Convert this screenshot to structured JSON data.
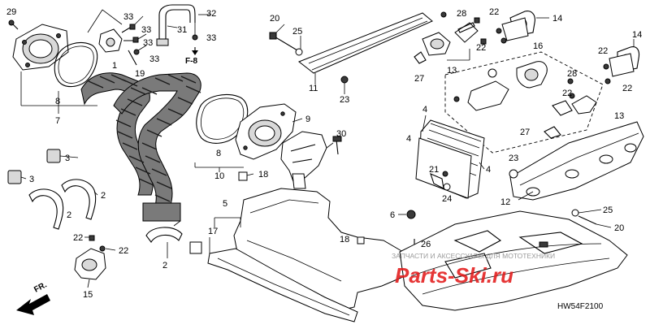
{
  "diagram": {
    "ref_code": "HW54F2100",
    "front_label": "FR.",
    "ref_page": "F-8",
    "watermark_main": "Parts-Ski.ru",
    "watermark_sub": "ЗАПЧАСТИ И АКСЕССУАРЫ ДЛЯ МОТОТЕХНИКИ",
    "callouts": {
      "c29": "29",
      "c7": "7",
      "c8a": "8",
      "c33a": "33",
      "c33b": "33",
      "c33c": "33",
      "c33d": "33",
      "c1": "1",
      "c19": "19",
      "c31": "31",
      "c32": "32",
      "c33e": "33",
      "c20a": "20",
      "c25a": "25",
      "c11": "11",
      "c23a": "23",
      "c28a": "28",
      "c22a": "22",
      "c22b": "22",
      "c27a": "27",
      "c13a": "13",
      "c14a": "14",
      "c16": "16",
      "c14b": "14",
      "c22c": "22",
      "c22d": "22",
      "c28b": "28",
      "c22e": "22",
      "c13b": "13",
      "c27b": "27",
      "c9": "9",
      "c30": "30",
      "c8b": "8",
      "c10": "10",
      "c18a": "18",
      "c4a": "4",
      "c4b": "4",
      "c4c": "4",
      "c21": "21",
      "c24": "24",
      "c23b": "23",
      "c12": "12",
      "c25b": "25",
      "c20b": "20",
      "c3a": "3",
      "c3b": "3",
      "c2a": "2",
      "c2b": "2",
      "c2c": "2",
      "c5": "5",
      "c17": "17",
      "c6": "6",
      "c22f": "22",
      "c22g": "22",
      "c15": "15",
      "c18b": "18",
      "c26": "26"
    }
  }
}
